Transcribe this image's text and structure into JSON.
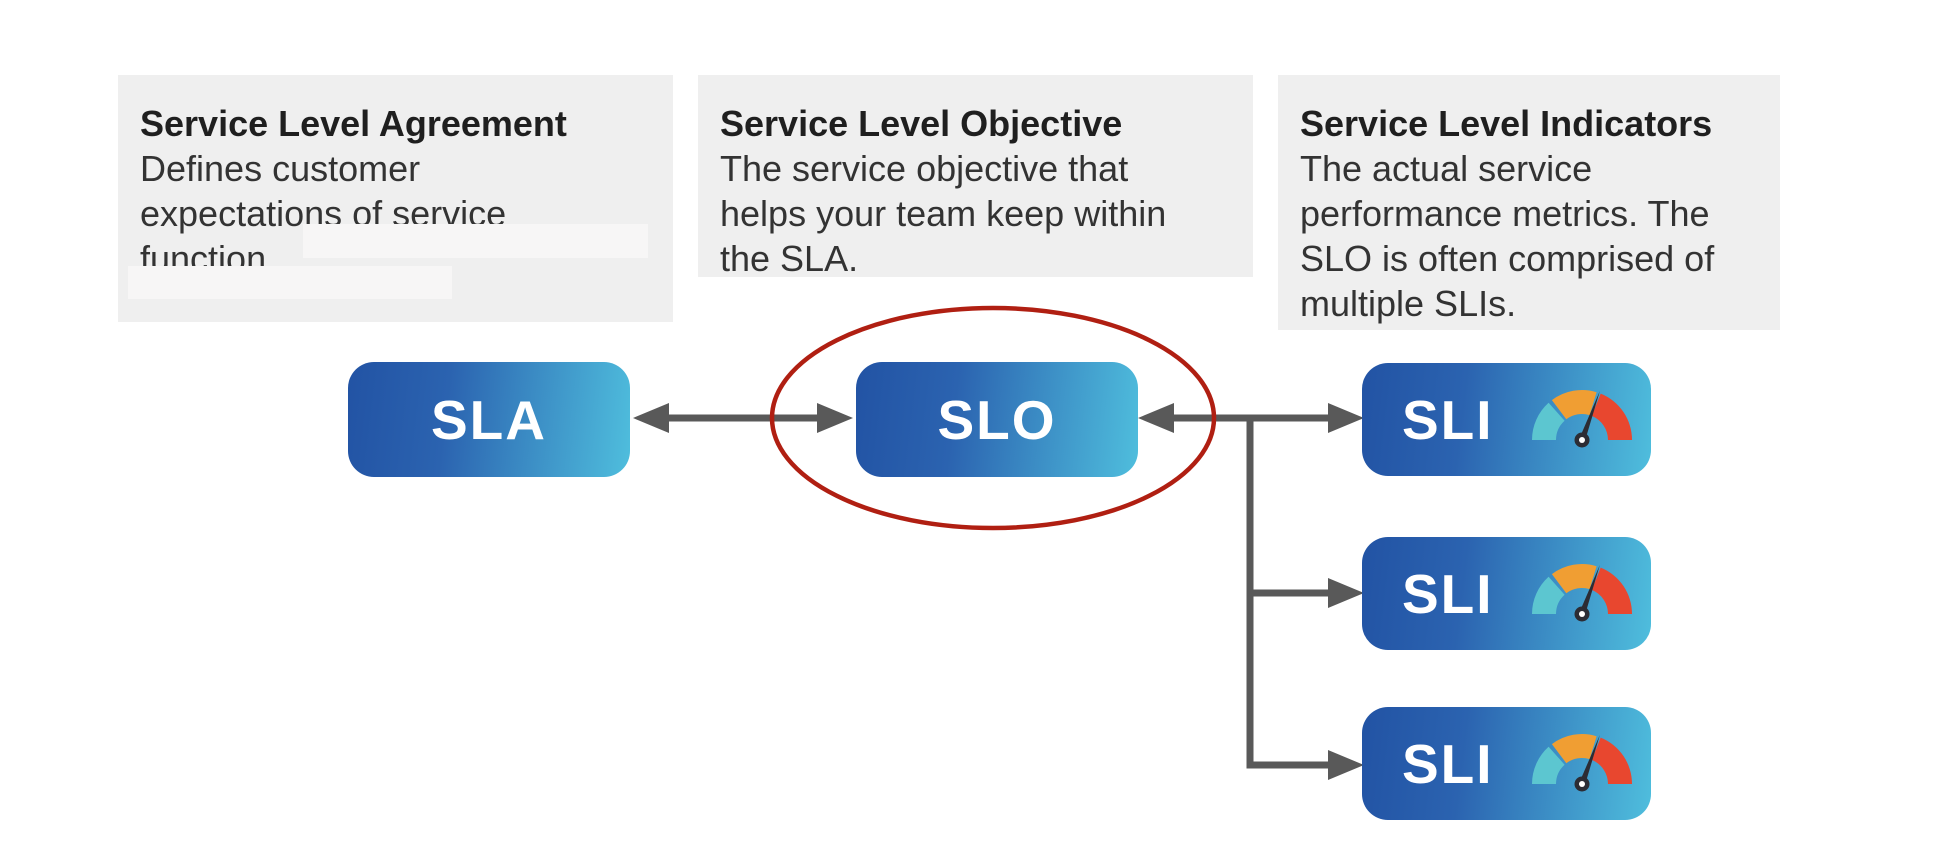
{
  "diagram": {
    "cards": [
      {
        "heading": "Service Level Agreement",
        "body": "Defines customer\nexpectations of service\nfunction."
      },
      {
        "heading": "Service Level Objective",
        "body": "The service objective that\nhelps your team keep within\nthe SLA."
      },
      {
        "heading": "Service Level Indicators",
        "body": "The actual service\nperformance metrics. The\nSLO is often comprised of\nmultiple SLIs."
      }
    ],
    "nodes": {
      "sla_label": "SLA",
      "slo_label": "SLO",
      "sli_labels": [
        "SLI",
        "SLI",
        "SLI"
      ],
      "highlighted_node": "SLO"
    },
    "icons": {
      "gauge": "gauge-meter-icon"
    },
    "colors": {
      "node_gradient_start": "#2253a4",
      "node_gradient_end": "#4fbedd",
      "node_text": "#ffffff",
      "arrow": "#595959",
      "highlight_ellipse": "#b01f12",
      "card_background": "#efefef",
      "redaction_background": "#f7f6f6",
      "heading_text": "#1f1f1f",
      "body_text": "#333333",
      "gauge_teal": "#5cc6d0",
      "gauge_orange": "#f09e33",
      "gauge_red": "#e8472f",
      "gauge_needle": "#2c2c34"
    }
  }
}
